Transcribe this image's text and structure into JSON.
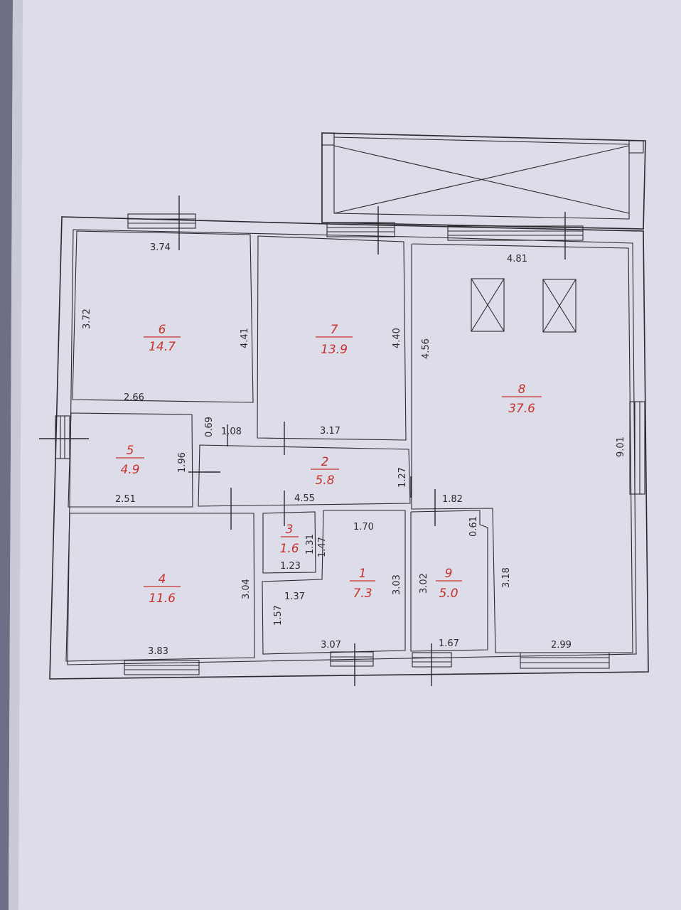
{
  "colors": {
    "background": "#6c6f86",
    "paper": "#dcdde8",
    "ink": "#2a2a2e",
    "room_label": "#c8322e"
  },
  "rooms": [
    {
      "number": "1",
      "area": "7.3"
    },
    {
      "number": "2",
      "area": "5.8"
    },
    {
      "number": "3",
      "area": "1.6"
    },
    {
      "number": "4",
      "area": "11.6"
    },
    {
      "number": "5",
      "area": "4.9"
    },
    {
      "number": "6",
      "area": "14.7"
    },
    {
      "number": "7",
      "area": "13.9"
    },
    {
      "number": "8",
      "area": "37.6"
    },
    {
      "number": "9",
      "area": "5.0"
    }
  ],
  "dimensions": {
    "r6_top": "3.74",
    "r6_left": "3.72",
    "r6_right": "4.41",
    "r6_bottom": "2.66",
    "r7_right": "4.40",
    "r7_bottom": "3.17",
    "r8_top": "4.81",
    "r8_left": "4.56",
    "r8_right": "9.01",
    "r8_mid": "1.27",
    "r8_low_left": "3.18",
    "r8_bottom": "2.99",
    "r5_top": "0.69",
    "r5_door": "1.08",
    "r5_right": "1.96",
    "r5_bottom": "2.51",
    "r2_bottom": "4.55",
    "r9_top": "1.82",
    "r9_notch": "0.61",
    "r9_left": "3.02",
    "r9_bottom": "1.67",
    "r3_right": "1.31",
    "r3_bottom": "1.23",
    "r3_side": "1.47",
    "r1_top": "1.70",
    "r1_right": "3.03",
    "r1_inner": "1.37",
    "r1_left": "1.57",
    "r1_bottom": "3.07",
    "r4_right": "3.04",
    "r4_bottom": "3.83"
  }
}
